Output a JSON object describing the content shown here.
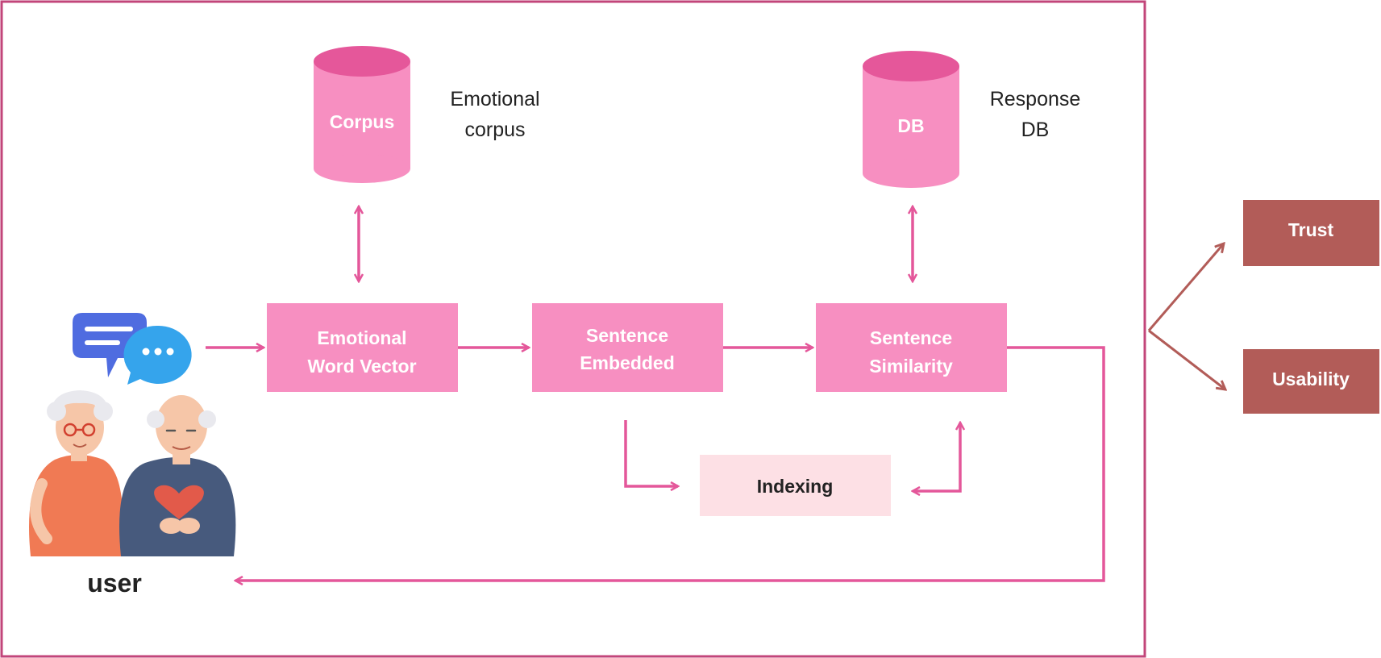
{
  "colors": {
    "frame": "#c2457a",
    "node": "#f78fc1",
    "cylinder_top": "#e5579a",
    "arrow": "#e4579a",
    "index_box": "#fde0e5",
    "outcome": "#b25c58",
    "outcome_arrow": "#b25c58"
  },
  "stores": {
    "corpus": {
      "label": "Corpus",
      "caption_line1": "Emotional",
      "caption_line2": "corpus"
    },
    "db": {
      "label": "DB",
      "caption_line1": "Response",
      "caption_line2": "DB"
    }
  },
  "nodes": {
    "emotional_word_vector": {
      "line1": "Emotional",
      "line2": "Word Vector"
    },
    "sentence_embedded": {
      "line1": "Sentence",
      "line2": "Embedded"
    },
    "sentence_similarity": {
      "line1": "Sentence",
      "line2": "Similarity"
    },
    "indexing": {
      "label": "Indexing"
    }
  },
  "user": {
    "label": "user",
    "icons": [
      "chat-bubbles-icon",
      "elderly-couple-icon"
    ]
  },
  "outcomes": {
    "trust": "Trust",
    "usability": "Usability"
  }
}
